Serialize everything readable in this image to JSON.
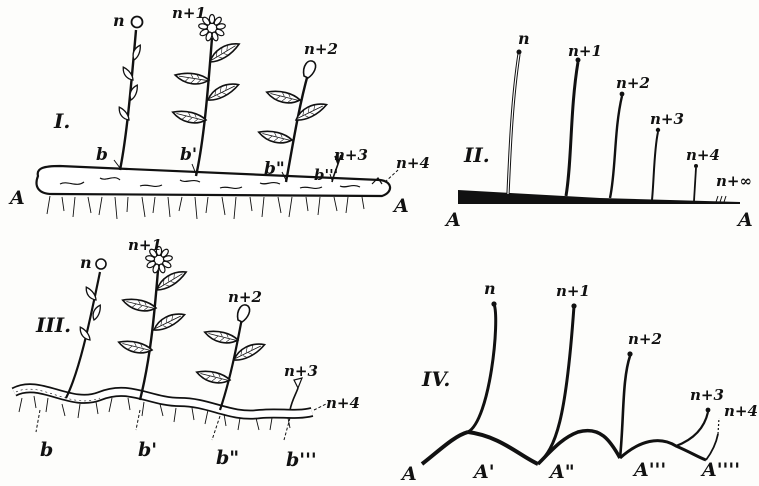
{
  "panels": {
    "I": {
      "numeral": "I.",
      "stem_labels": [
        "n",
        "n+1",
        "n+2",
        "n+3",
        "n+4"
      ],
      "bud_labels": [
        "b",
        "b'",
        "b\"",
        "b'''"
      ],
      "axis_labels": [
        "A",
        "A"
      ]
    },
    "II": {
      "numeral": "II.",
      "stem_labels": [
        "n",
        "n+1",
        "n+2",
        "n+3",
        "n+4",
        "n+∞"
      ],
      "axis_labels": [
        "A",
        "A"
      ]
    },
    "III": {
      "numeral": "III.",
      "stem_labels": [
        "n",
        "n+1",
        "n+2",
        "n+3",
        "n+4"
      ],
      "bud_labels": [
        "b",
        "b'",
        "b\"",
        "b'''"
      ]
    },
    "IV": {
      "numeral": "IV.",
      "stem_labels": [
        "n",
        "n+1",
        "n+2",
        "n+3",
        "n+4"
      ],
      "node_labels": [
        "A",
        "A'",
        "A\"",
        "A'''",
        "A''''"
      ]
    }
  }
}
